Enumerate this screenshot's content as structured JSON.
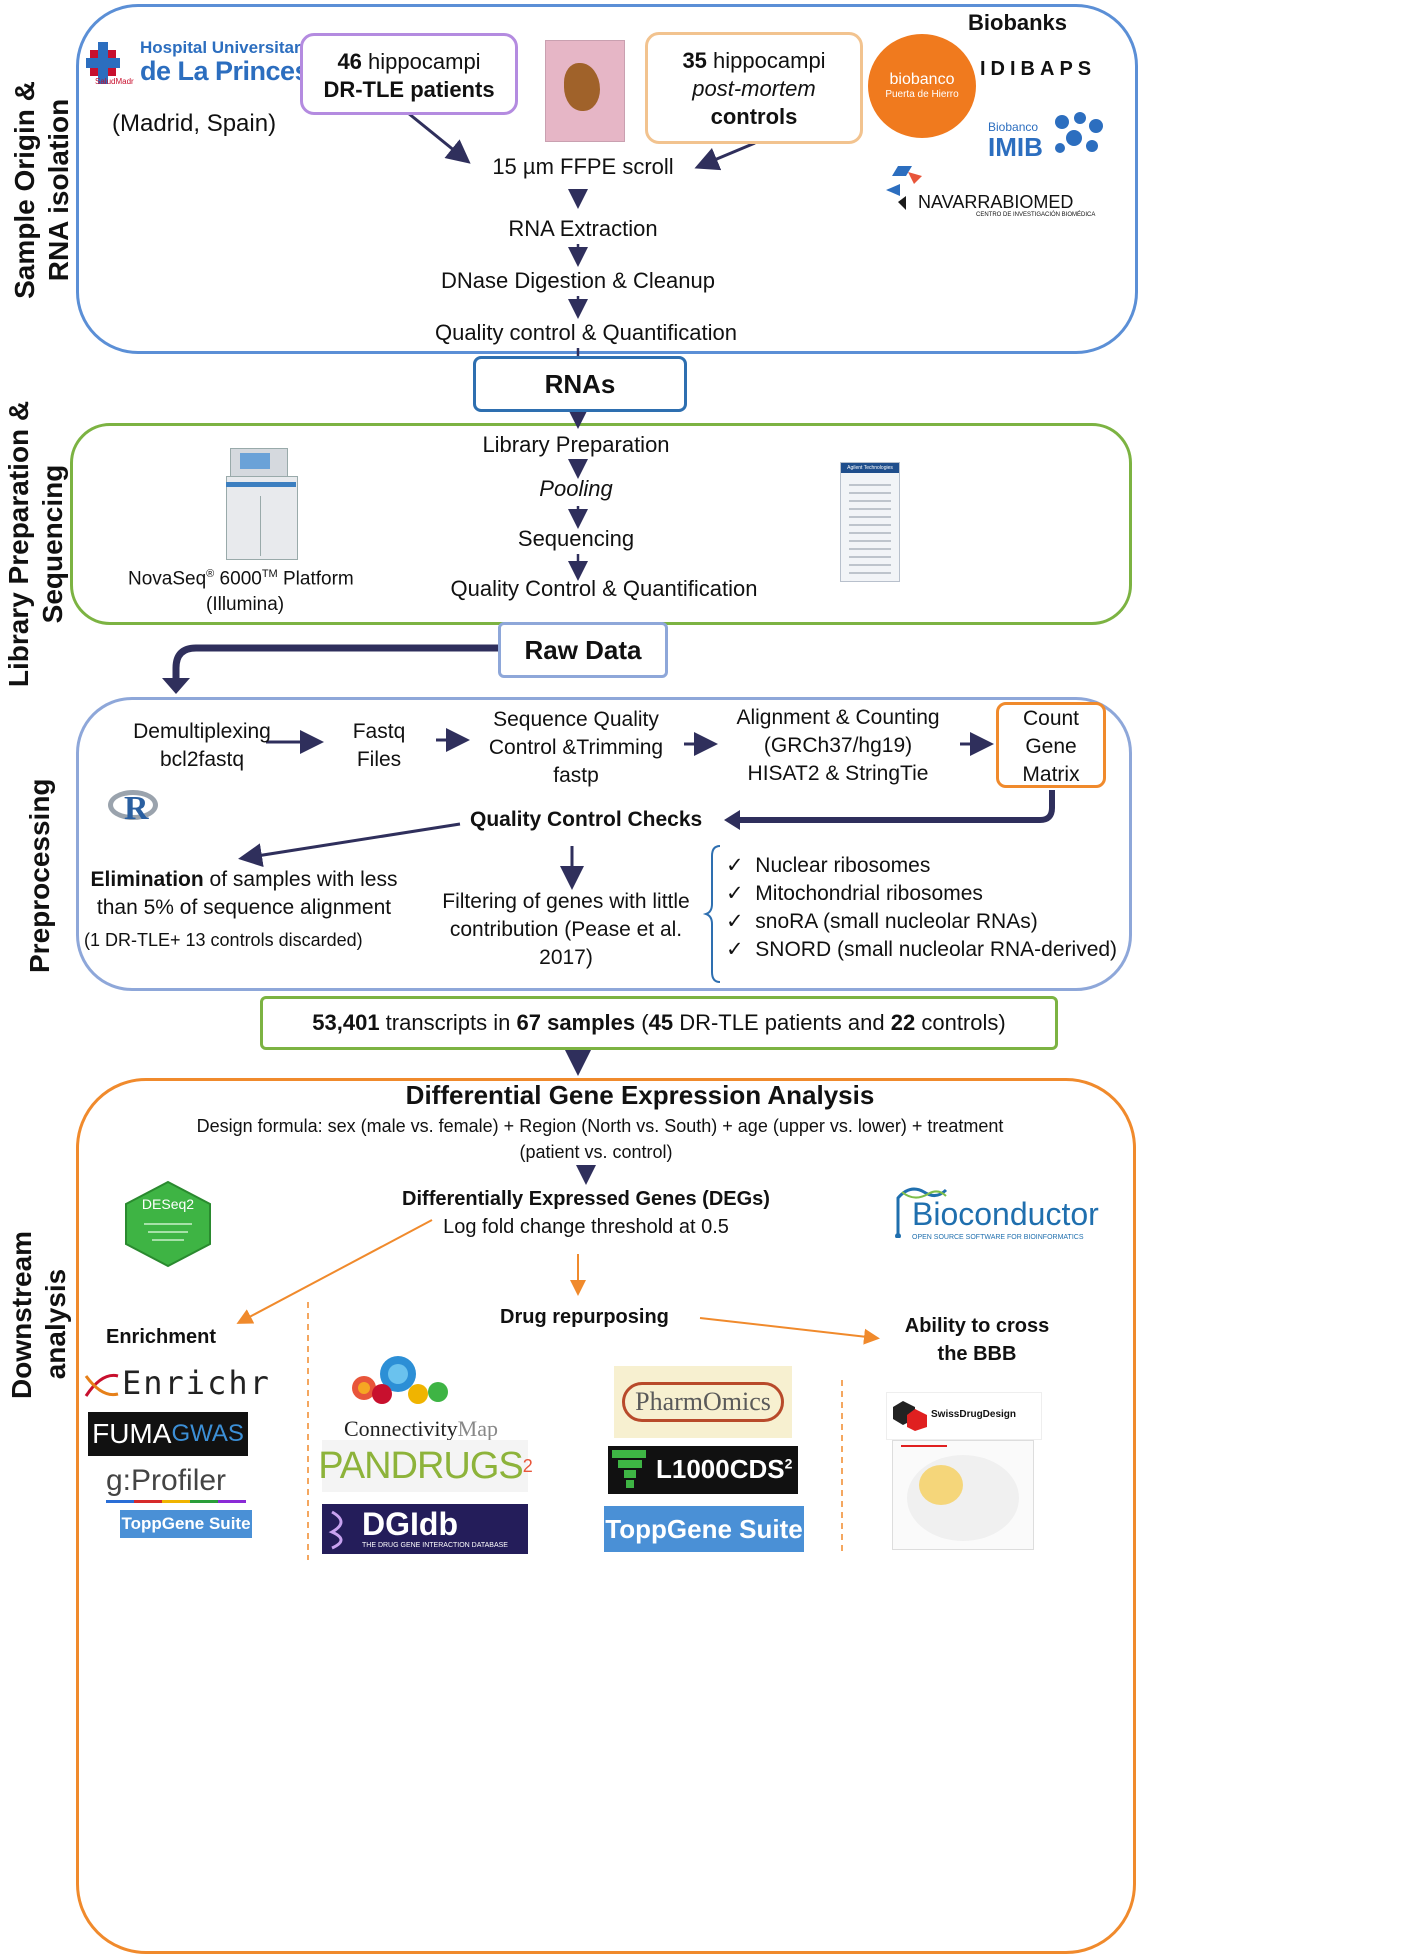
{
  "colors": {
    "blue": "#5b8fd6",
    "green": "#7cb342",
    "orange": "#f08a2c",
    "purple": "#b48be0",
    "peach": "#f2c38f",
    "darkblue": "#2e6fb0",
    "navy": "#2f2f5c",
    "lavender": "#8ea7d9"
  },
  "sections": {
    "origin": {
      "label_line1": "Sample Origin &",
      "label_line2": "RNA isolation"
    },
    "library": {
      "label_line1": "Library Preparation &",
      "label_line2": "Sequencing"
    },
    "preprocessing": {
      "label": "Preprocessing"
    },
    "downstream": {
      "label_line1": "Downstream",
      "label_line2": "analysis"
    }
  },
  "origin": {
    "hospital_line1": "Hospital Universitario",
    "hospital_line2": "de La Princesa",
    "hospital_tag": "SaludMadrid",
    "city": "(Madrid, Spain)",
    "patients_num": "46",
    "patients_text": "hippocampi",
    "patients_line2": "DR-TLE patients",
    "controls_num": "35",
    "controls_text": "hippocampi",
    "controls_line2": "post-mortem",
    "controls_line3": "controls",
    "biobanks_title": "Biobanks",
    "biobanco_pdh_line1": "biobanco",
    "biobanco_pdh_line2": "Puerta de Hierro",
    "idibaps": "IDIBAPS",
    "imib_small": "Biobanco",
    "imib_big": "IMIB",
    "navarrabiomed": "NAVARRABIOMED",
    "navarrabiomed_sub": "CENTRO DE INVESTIGACIÓN BIOMÉDICA",
    "steps": [
      "15 µm FFPE scroll",
      "RNA Extraction",
      "DNase Digestion & Cleanup",
      "Quality control & Quantification"
    ]
  },
  "rnas_label": "RNAs",
  "library": {
    "steps": [
      "Library Preparation",
      "Pooling",
      "Sequencing",
      "Quality Control & Quantification"
    ],
    "platform_pre": "NovaSeq",
    "platform_reg": "®",
    "platform_num": " 6000",
    "platform_tm": "TM",
    "platform_post": " Platform",
    "platform_vendor": "(Illumina)",
    "agilent_label": "Agilent Technologies"
  },
  "raw_data_label": "Raw Data",
  "preprocessing": {
    "flow": [
      {
        "line1": "Demultiplexing",
        "line2": "bcl2fastq"
      },
      {
        "line1": "Fastq",
        "line2": "Files"
      },
      {
        "line1": "Sequence Quality",
        "line2": "Control &Trimming",
        "line3": "fastp"
      },
      {
        "line1": "Alignment & Counting",
        "line2": "(GRCh37/hg19)",
        "line3": "HISAT2 & StringTie"
      }
    ],
    "matrix": {
      "line1": "Count",
      "line2": "Gene",
      "line3": "Matrix"
    },
    "r_logo": "R",
    "qc_title": "Quality Control Checks",
    "elimination_bold": "Elimination",
    "elimination_rest": " of samples with less",
    "elimination_line2": "than 5% of sequence alignment",
    "elimination_note": "(1 DR-TLE+ 13 controls discarded)",
    "filtering_line1": "Filtering of genes with little",
    "filtering_line2": "contribution (Pease et al.",
    "filtering_line3": "2017)",
    "checks": [
      "Nuclear ribosomes",
      "Mitochondrial ribosomes",
      "snoRA (small nucleolar RNAs)",
      "SNORD (small nucleolar RNA-derived)"
    ],
    "check_mark": "✓"
  },
  "transcripts": {
    "n1": "53,401",
    "t1": " transcripts in ",
    "n2": "67 samples",
    "t2": " (",
    "n3": "45",
    "t3": " DR-TLE patients and ",
    "n4": "22",
    "t4": " controls)"
  },
  "downstream": {
    "title": "Differential Gene Expression Analysis",
    "design_line1": "Design formula: sex (male vs. female) + Region (North vs. South) + age (upper vs. lower) + treatment",
    "design_line2": "(patient vs. control)",
    "degs_title": "Differentially Expressed Genes (DEGs)",
    "degs_threshold": "Log fold change threshold at 0.5",
    "deseq2": "DESeq2",
    "bioconductor": "Bioconductor",
    "bioconductor_sub": "OPEN SOURCE SOFTWARE FOR BIOINFORMATICS",
    "enrichment_title": "Enrichment",
    "drug_title": "Drug repurposing",
    "bbb_line1": "Ability to cross",
    "bbb_line2": "the BBB",
    "enrichr": "Enrichr",
    "fuma_a": "FUMA",
    "fuma_b": "GWAS",
    "gprofiler": "g:Profiler",
    "toppgene_small": "ToppGene Suite",
    "cmap_a": "Connectivity",
    "cmap_b": "Map",
    "pandrugs": "PANDRUGS",
    "pandrugs_sub": "2",
    "dgidb": "DGIdb",
    "dgidb_sub": "THE DRUG GENE INTERACTION DATABASE",
    "pharmomics": "PharmOmics",
    "l1000": "L1000CDS",
    "l1000_sup": "2",
    "toppgene_big": "ToppGene Suite",
    "swiss": "SwissDrugDesign"
  }
}
